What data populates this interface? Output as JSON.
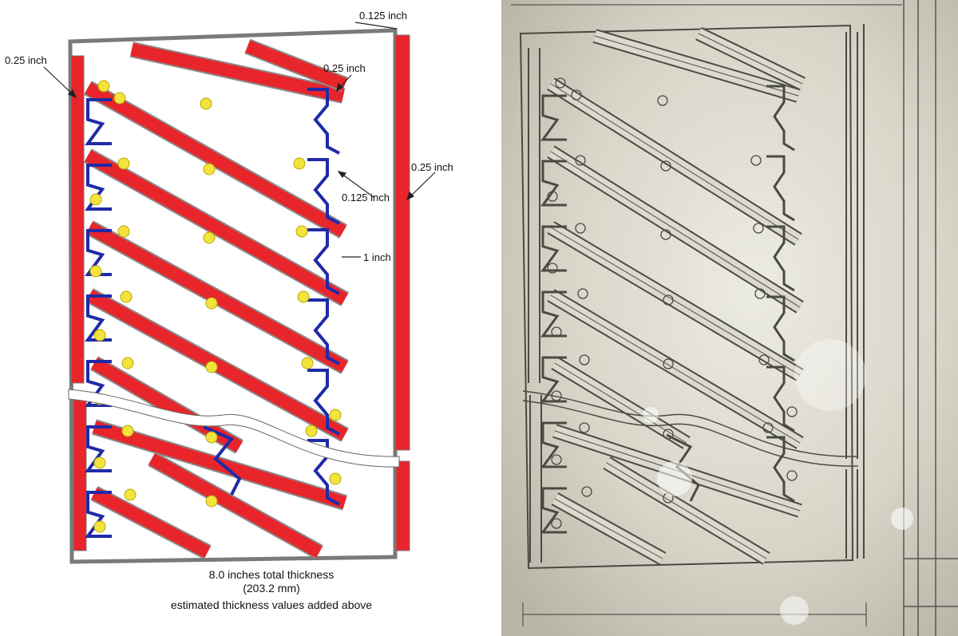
{
  "left_panel": {
    "labels": {
      "outer_top_right": "0.125 inch",
      "outer_left": "0.25 inch",
      "bar_top": "0.25 inch",
      "outer_right": "0.25 inch",
      "zigzag_plate": "0.125 inch",
      "spacing": "1 inch"
    },
    "notes": {
      "total_line1": "8.0 inches total thickness",
      "total_line2": "(203.2 mm)",
      "estimate": "estimated thickness values added above"
    },
    "colors": {
      "frame": "#777777",
      "bar": "#e8252b",
      "bracket": "#1f2aa8",
      "bolt": "#f3e33c"
    }
  },
  "right_panel": {
    "colors": {
      "paper": "#d9d6c9",
      "ink": "#4a4a44"
    }
  }
}
